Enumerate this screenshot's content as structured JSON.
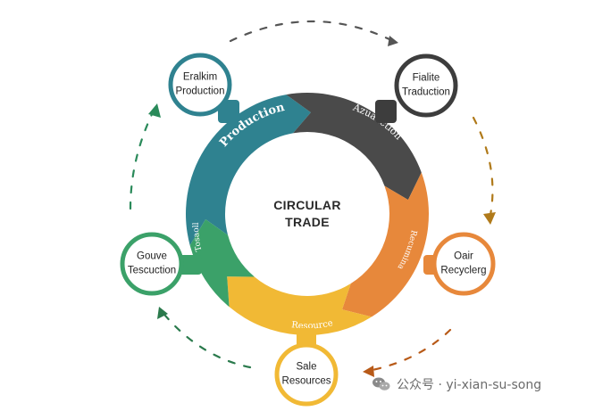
{
  "center": {
    "line1": "CIRCULAR",
    "line2": "TRADE"
  },
  "segments": [
    {
      "label": "Production",
      "color": "#2f8290"
    },
    {
      "label": "Azuaaction",
      "color": "#4a4a4a"
    },
    {
      "label": "Recumina",
      "color": "#e7883b"
    },
    {
      "label": "Resource",
      "color": "#f1b935"
    },
    {
      "label": "Tosaoll",
      "color": "#3ba169"
    }
  ],
  "nodes": [
    {
      "line1": "Eralkim",
      "line2": "Production",
      "color": "#2f8290"
    },
    {
      "line1": "Fialite",
      "line2": "Traduction",
      "color": "#3d3d3d"
    },
    {
      "line1": "Oair",
      "line2": "Recyclerg",
      "color": "#e7883b"
    },
    {
      "line1": "Sale",
      "line2": "Resources",
      "color": "#f1b935"
    },
    {
      "line1": "Gouve",
      "line2": "Tescuction",
      "color": "#3ba169"
    }
  ],
  "arrow_colors": {
    "top": "#555555",
    "right": "#b07a1a",
    "bottom_right": "#b85a18",
    "bottom_left": "#2a7a4c",
    "left": "#2a8a5a"
  },
  "watermark": {
    "icon": "wechat-icon",
    "text": "公众号 · yi-xian-su-song"
  }
}
